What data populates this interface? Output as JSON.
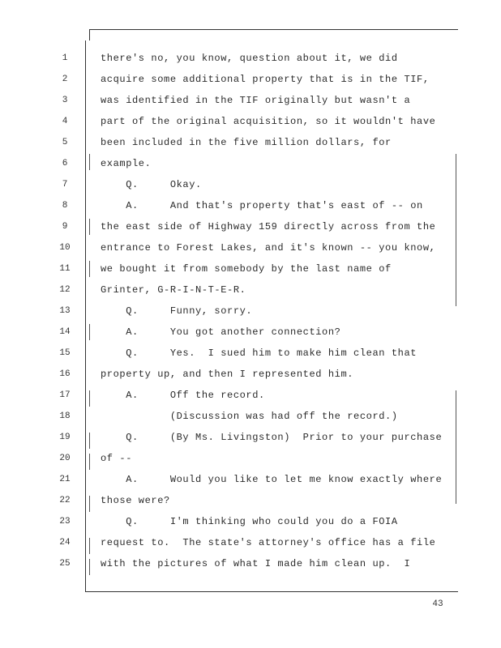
{
  "transcript": {
    "lines": [
      {
        "num": "1",
        "text": "there's no, you know, question about it, we did"
      },
      {
        "num": "2",
        "text": "acquire some additional property that is in the TIF,"
      },
      {
        "num": "3",
        "text": "was identified in the TIF originally but wasn't a"
      },
      {
        "num": "4",
        "text": "part of the original acquisition, so it wouldn't have"
      },
      {
        "num": "5",
        "text": "been included in the five million dollars, for"
      },
      {
        "num": "6",
        "text": "example."
      },
      {
        "num": "7",
        "text": "    Q.     Okay."
      },
      {
        "num": "8",
        "text": "    A.     And that's property that's east of -- on"
      },
      {
        "num": "9",
        "text": "the east side of Highway 159 directly across from the"
      },
      {
        "num": "10",
        "text": "entrance to Forest Lakes, and it's known -- you know,"
      },
      {
        "num": "11",
        "text": "we bought it from somebody by the last name of"
      },
      {
        "num": "12",
        "text": "Grinter, G-R-I-N-T-E-R."
      },
      {
        "num": "13",
        "text": "    Q.     Funny, sorry."
      },
      {
        "num": "14",
        "text": "    A.     You got another connection?"
      },
      {
        "num": "15",
        "text": "    Q.     Yes.  I sued him to make him clean that"
      },
      {
        "num": "16",
        "text": "property up, and then I represented him."
      },
      {
        "num": "17",
        "text": "    A.     Off the record."
      },
      {
        "num": "18",
        "text": "           (Discussion was had off the record.)"
      },
      {
        "num": "19",
        "text": "    Q.     (By Ms. Livingston)  Prior to your purchase"
      },
      {
        "num": "20",
        "text": "of --"
      },
      {
        "num": "21",
        "text": "    A.     Would you like to let me know exactly where"
      },
      {
        "num": "22",
        "text": "those were?"
      },
      {
        "num": "23",
        "text": "    Q.     I'm thinking who could you do a FOIA"
      },
      {
        "num": "24",
        "text": "request to.  The state's attorney's office has a file"
      },
      {
        "num": "25",
        "text": "with the pictures of what I made him clean up.  I"
      }
    ],
    "page_number": "43"
  }
}
